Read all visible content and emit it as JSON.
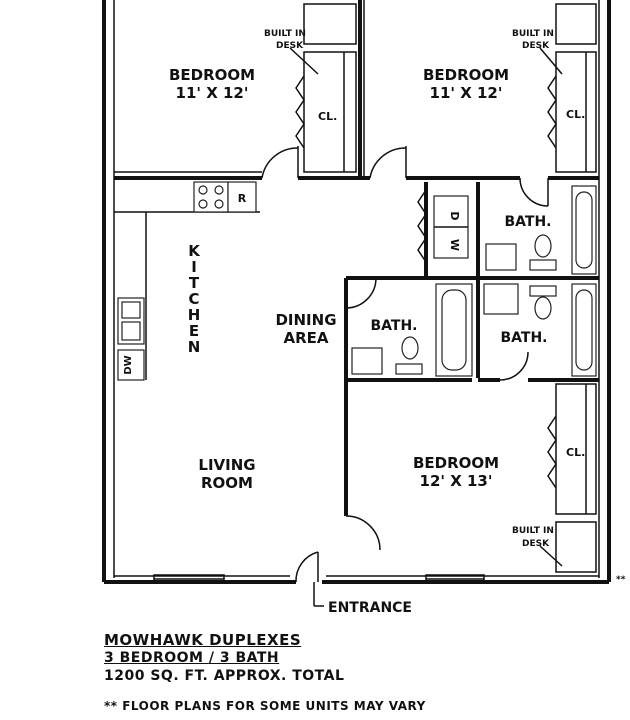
{
  "rooms": {
    "bedroom_tl": {
      "name": "BEDROOM",
      "size": "11' X 12'"
    },
    "bedroom_tr": {
      "name": "BEDROOM",
      "size": "11' X 12'"
    },
    "bedroom_br": {
      "name": "BEDROOM",
      "size": "12' X 13'"
    },
    "kitchen": "KITCHEN",
    "dining_1": "DINING",
    "dining_2": "AREA",
    "living_1": "LIVING",
    "living_2": "ROOM",
    "bath_a": "BATH.",
    "bath_b": "BATH.",
    "bath_c": "BATH."
  },
  "labels": {
    "closet": "CL.",
    "built_in_1": "BUILT IN",
    "built_in_2": "DESK",
    "entrance": "ENTRANCE",
    "fridge": "R",
    "dishwasher": "DW",
    "washer": "W",
    "dryer": "D",
    "asterisks": "**"
  },
  "footer": {
    "title": "MOWHAWK DUPLEXES",
    "config": "3 BEDROOM / 3 BATH",
    "area": "1200 SQ. FT. APPROX. TOTAL",
    "note": "** FLOOR PLANS FOR SOME UNITS MAY VARY"
  }
}
